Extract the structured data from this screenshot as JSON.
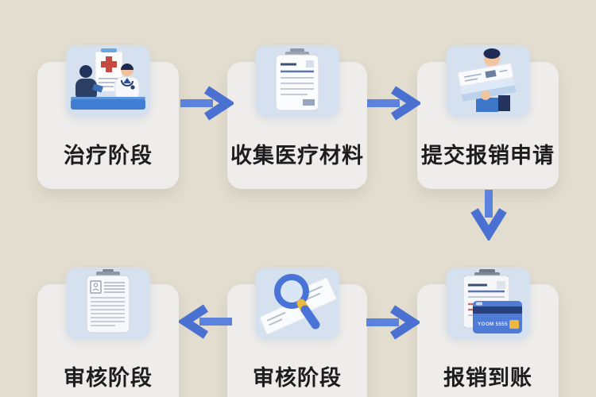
{
  "page": {
    "type": "flowchart",
    "background_color": "#e3ddd0"
  },
  "colors": {
    "card_bg": "#eeedeb",
    "tile_bg": "#d6e1ef",
    "arrow_shaft": "#5b82dd",
    "arrow_head": "#4a70d2",
    "label_text": "#1d1d1f",
    "bank_card_blue": "#4d7bd6",
    "bank_card_stripe": "#27417e",
    "gold_chip": "#ecb83d",
    "medical_cross_red": "#c44a42"
  },
  "steps": [
    {
      "label": "治疗阶段",
      "icon": "doctor-patient-consultation-icon"
    },
    {
      "label": "收集医疗材料",
      "icon": "medical-clipboard-icon"
    },
    {
      "label": "提交报销申请",
      "icon": "person-carrying-documents-icon"
    },
    {
      "label": "审核阶段",
      "icon": "review-form-clipboard-icon"
    },
    {
      "label": "审核阶段",
      "icon": "magnifier-documents-icon"
    },
    {
      "label": "报销到账",
      "icon": "bank-card-clipboard-icon"
    }
  ],
  "bank_card": {
    "label": "YOOM 5555"
  },
  "arrows": [
    {
      "between": "step1-step2",
      "direction": "right"
    },
    {
      "between": "step2-step3",
      "direction": "right"
    },
    {
      "between": "step3-step6",
      "direction": "down"
    },
    {
      "between": "step5-step4",
      "direction": "left"
    },
    {
      "between": "step5-step6",
      "direction": "right"
    }
  ]
}
